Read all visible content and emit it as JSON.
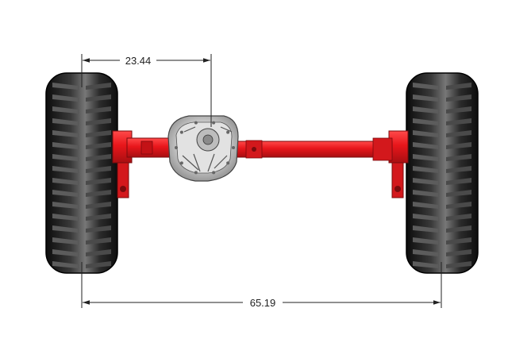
{
  "dimensions": {
    "differential_offset": "23.44",
    "track_width": "65.19"
  },
  "colors": {
    "axle": "#e8161b",
    "axle_dark": "#a80f12",
    "tire": "#1b1b1b",
    "tire_highlight": "#8a8a8a",
    "differential": "#cfcfcf",
    "dimension_line": "#222222"
  },
  "icons": {
    "dimension_arrow": "arrowhead"
  }
}
